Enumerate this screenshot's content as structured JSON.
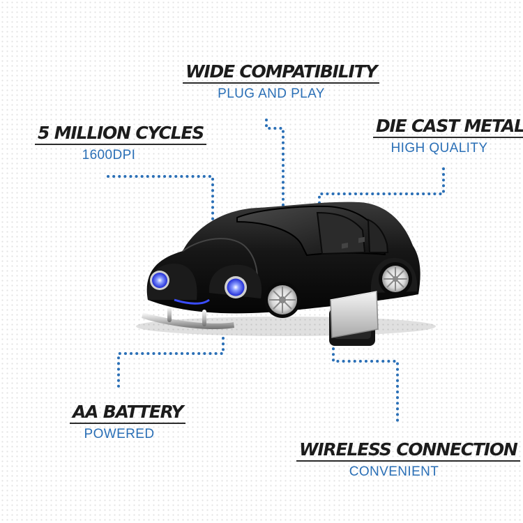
{
  "features": [
    {
      "id": "wide-compatibility",
      "title": "WIDE COMPATIBILITY",
      "subtitle": "PLUG AND PLAY"
    },
    {
      "id": "five-million-cycles",
      "title": "5 MILLION CYCLES",
      "subtitle": "1600DPI"
    },
    {
      "id": "die-cast-metal",
      "title": "DIE CAST METAL",
      "subtitle": "HIGH QUALITY"
    },
    {
      "id": "aa-battery",
      "title": "AA BATTERY",
      "subtitle": "POWERED"
    },
    {
      "id": "wireless-connection",
      "title": "WIRELESS CONNECTION",
      "subtitle": "CONVENIENT"
    }
  ],
  "colors": {
    "accent": "#2a6fb6",
    "title": "#1c1c1c",
    "car_body": "#141414",
    "led": "#3a4dff"
  },
  "images": {
    "product": "black-beetle-car-wireless-mouse",
    "receiver": "usb-nano-receiver"
  }
}
